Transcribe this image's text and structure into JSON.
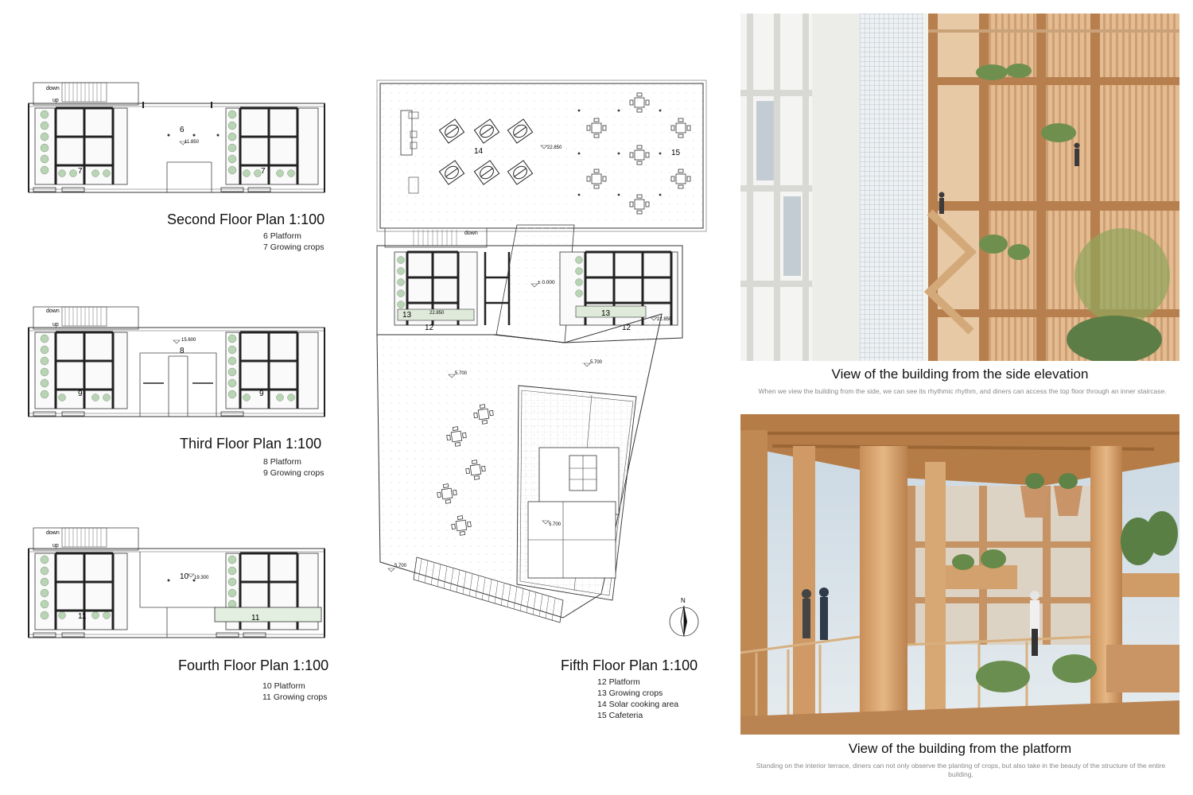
{
  "plans": [
    {
      "title": "Second Floor Plan 1:100",
      "legend": [
        "6 Platform",
        "7 Growing crops"
      ],
      "labels": {
        "down": "down",
        "up": "up",
        "platform": "6",
        "crops_left": "7",
        "crops_right": "7",
        "level": "11.850"
      }
    },
    {
      "title": "Third Floor Plan 1:100",
      "legend": [
        "8 Platform",
        "9 Growing crops"
      ],
      "labels": {
        "down": "down",
        "up": "up",
        "platform": "8",
        "crops_left": "9",
        "crops_right": "9",
        "level": "15.600"
      }
    },
    {
      "title": "Fourth Floor Plan 1:100",
      "legend": [
        "10 Platform",
        "11 Growing crops"
      ],
      "labels": {
        "down": "down",
        "up": "up",
        "platform": "10",
        "crops_left": "11",
        "crops_right": "11",
        "level": "19.300"
      }
    }
  ],
  "fifth_plan": {
    "title": "Fifth Floor Plan 1:100",
    "legend": [
      "12 Platform",
      "13 Growing crops",
      "14 Solar cooking area",
      "15 Cafeteria"
    ],
    "labels": {
      "solar": "14",
      "cafeteria": "15",
      "roof_level": "22.850",
      "down": "down",
      "ground_level": "± 0.000",
      "crops_left": "13",
      "crops_right": "13",
      "platform_left": "12",
      "platform_right": "12",
      "level_left": "22.850",
      "level_right": "22.850",
      "terrace_a": "5.700",
      "terrace_b": "5.700",
      "terrace_c": "5.700",
      "terrace_d": "5.700"
    },
    "north": "N"
  },
  "views": [
    {
      "title": "View of the building from the side elevation",
      "caption": "When we view the building from the side, we can see its rhythmic rhythm, and diners can access the top floor through an inner staircase."
    },
    {
      "title": "View of the building from the platform",
      "caption": "Standing on the interior terrace, diners can not only observe the planting of crops, but also take in the beauty of the structure of the entire building."
    }
  ]
}
